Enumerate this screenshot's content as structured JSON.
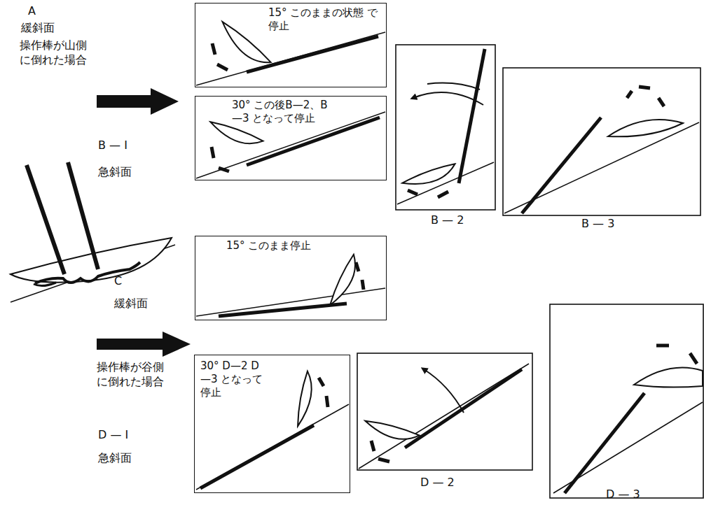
{
  "diagram": {
    "nodes": [
      {
        "text": [
          "15° このままの状態 で停止"
        ]
      },
      {
        "text": [
          "30° この後B—2、B—3 となって停止"
        ]
      },
      {
        "text": [
          "15° このまま停止"
        ]
      },
      {
        "text": [
          "30° D—2 D—3 となって停止"
        ]
      }
    ],
    "labels": [
      "A",
      "緩斜面",
      "操作棒が山側 に倒れた場合",
      "B — I",
      "急斜面",
      "B — 2",
      "B — 3",
      "C",
      "緩斜面",
      "操作棒が谷側 に倒れた場合",
      "D — I",
      "急斜面",
      "D — 2",
      "D — 3"
    ]
  }
}
